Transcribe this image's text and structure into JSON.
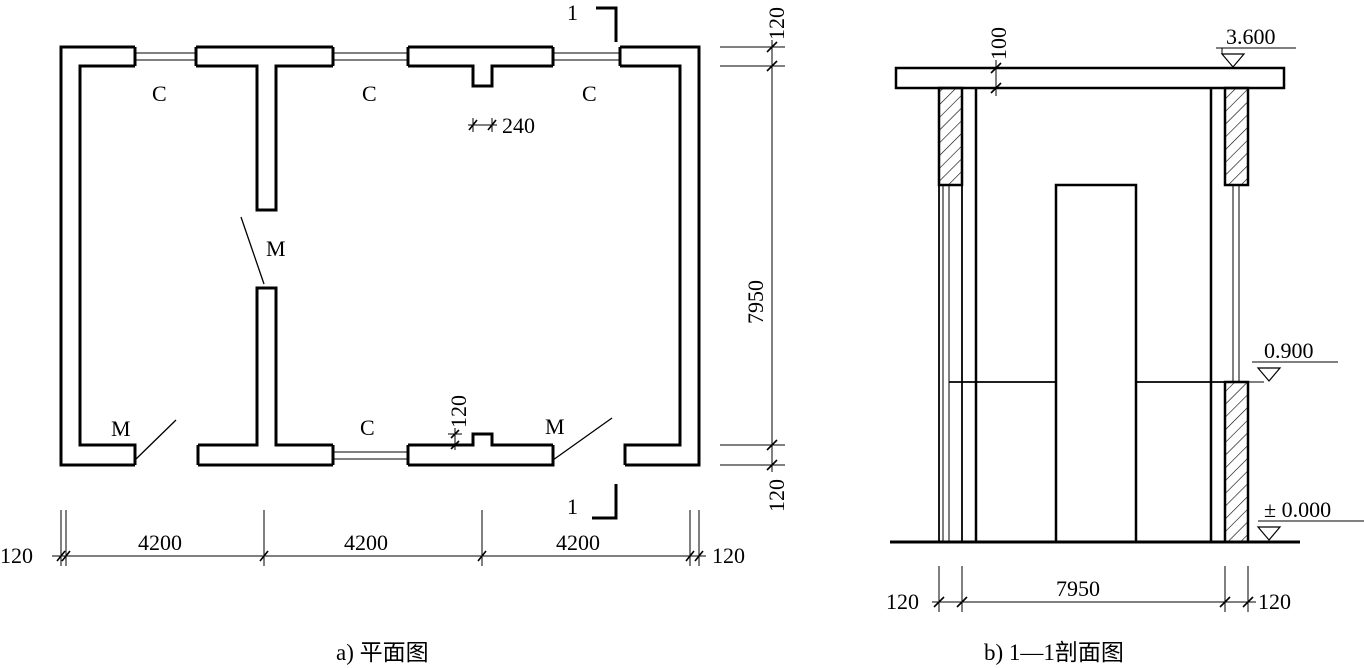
{
  "plan": {
    "caption": "a)  平面图",
    "window_label": "C",
    "door_label": "M",
    "section_mark": "1",
    "dim_pilaster_width": "240",
    "dim_pilaster_depth": "120",
    "dim_bay": "4200",
    "dim_edge": "120",
    "dim_depth": "7950"
  },
  "section": {
    "caption": "b)  1—1剖面图",
    "elev_top": "3.600",
    "elev_sill": "0.900",
    "elev_ground": "± 0.000",
    "dim_roof": "100",
    "dim_span": "7950",
    "dim_wall": "120"
  }
}
